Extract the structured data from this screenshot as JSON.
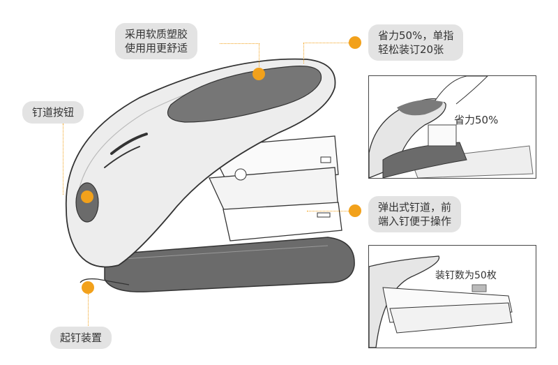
{
  "labels": {
    "soft_rubber": [
      "采用软质塑胶",
      "使用用更舒适"
    ],
    "save_effort": [
      "省力50%，单指",
      "轻松装订20张"
    ],
    "staple_button": "钉道按钮",
    "eject": [
      "弹出式钉道，前",
      "端入钉便于操作"
    ],
    "remover": "起钉装置"
  },
  "panels": {
    "top_caption": "省力50%",
    "bottom_caption": "装钉数为50枚"
  },
  "colors": {
    "accent": "#f2a11b",
    "label_bg": "#e3e3e3",
    "dark_grey": "#6b6b6b"
  }
}
